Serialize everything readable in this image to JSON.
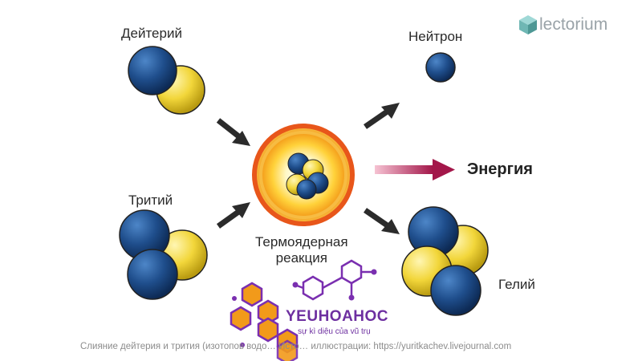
{
  "labels": {
    "deuterium": "Дейтерий",
    "tritium": "Тритий",
    "neutron": "Нейтрон",
    "energy": "Энергия",
    "helium": "Гелий",
    "reaction_line1": "Термоядерная",
    "reaction_line2": "реакция"
  },
  "logo": {
    "text": "lectorium"
  },
  "watermark": {
    "title": "YEUHOAHOC",
    "subtitle": "sự kì diệu của vũ trụ"
  },
  "caption": "Слияние дейтерия и трития (изотопов водо… Исто… иллюстрации: https://yuritkachev.livejournal.com",
  "colors": {
    "neutron": "#1f4e8c",
    "proton": "#f2d63a",
    "arrow": "#2b2b2b",
    "energy_arrow": "#a3174a",
    "glow_ring": "#e8561a",
    "watermark": "#7a2fb0"
  }
}
